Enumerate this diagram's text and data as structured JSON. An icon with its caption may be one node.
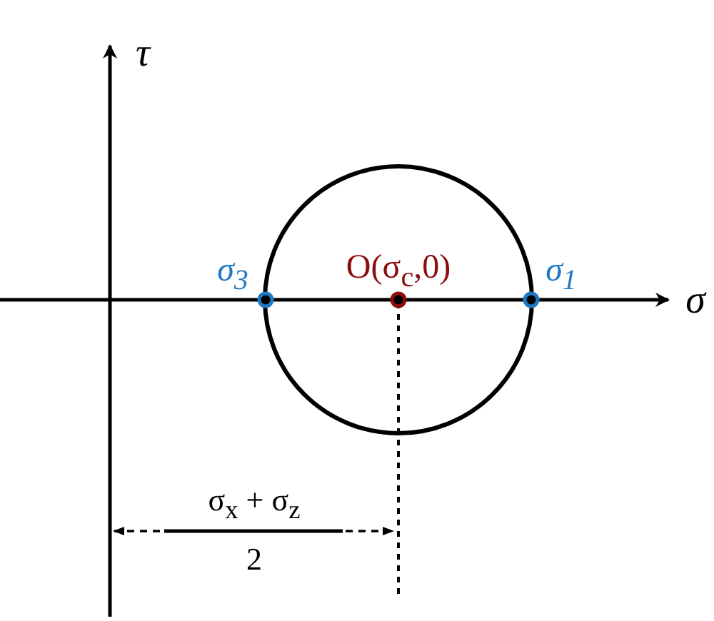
{
  "diagram": {
    "labels": [
      "τ",
      "σ",
      "σ$_{3}$",
      "O(σ$_{c}$,0)",
      "σ$_{1}$",
      "σ$_{x}$ + σ$_{z}$",
      "2"
    ]
  }
}
